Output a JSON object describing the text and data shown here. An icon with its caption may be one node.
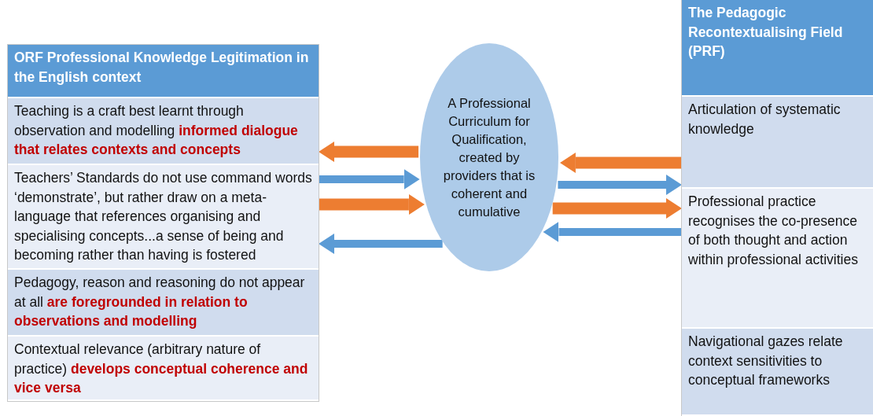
{
  "diagram": {
    "nodes": [
      {
        "text": [],
        "shape": "box"
      },
      {
        "text": [
          "ORF  Professional Knowledge Legitimation in the English context"
        ],
        "in": 0
      },
      {
        "text": [
          "Teaching is a craft best learnt  through observation and modelling **informed dialogue that relates contexts and concepts**"
        ],
        "in": 0
      },
      {
        "text": [
          "Teachers’ Standards do not use command words ‘demonstrate’, but rather draw on a meta-language that references organising and specialising concepts...a sense of being and becoming rather than having is fostered"
        ],
        "in": 0
      },
      {
        "text": [
          "Pedagogy, reason and reasoning do not appear at all **are foregrounded in relation to observations and modelling**"
        ],
        "in": 0
      },
      {
        "text": [
          "Contextual relevance (arbitrary nature of practice) **develops conceptual coherence and vice versa**"
        ],
        "in": 0
      },
      {
        "text": [
          "A Professional Curriculum for Qualification, created by providers  that is coherent and cumulative"
        ]
      },
      {
        "text": [],
        "shape": "box"
      },
      {
        "text": [
          "The Pedagogic Recontextualising Field (PRF)"
        ],
        "in": 7
      },
      {
        "text": [
          "Articulation of systematic knowledge"
        ],
        "in": 7
      },
      {
        "text": [
          "Professional practice recognises the co-presence of both thought and action within professional activities"
        ],
        "in": 7
      },
      {
        "text": [
          "Navigational gazes relate context sensitivities to conceptual frameworks"
        ],
        "in": 7
      }
    ],
    "edges": [
      {
        "from": 6,
        "to": 0,
        "arrow": "to",
        "color": "#ed7d31"
      },
      {
        "from": 0,
        "to": 6,
        "arrow": "to",
        "color": "#5b9bd5"
      },
      {
        "from": 0,
        "to": 6,
        "arrow": "to",
        "color": "#ed7d31"
      },
      {
        "from": 6,
        "to": 0,
        "arrow": "to",
        "color": "#5b9bd5"
      },
      {
        "from": 7,
        "to": 6,
        "arrow": "to",
        "color": "#ed7d31"
      },
      {
        "from": 6,
        "to": 7,
        "arrow": "to",
        "color": "#5b9bd5"
      },
      {
        "from": 6,
        "to": 7,
        "arrow": "to",
        "color": "#ed7d31"
      },
      {
        "from": 7,
        "to": 6,
        "arrow": "to",
        "color": "#5b9bd5"
      }
    ]
  }
}
